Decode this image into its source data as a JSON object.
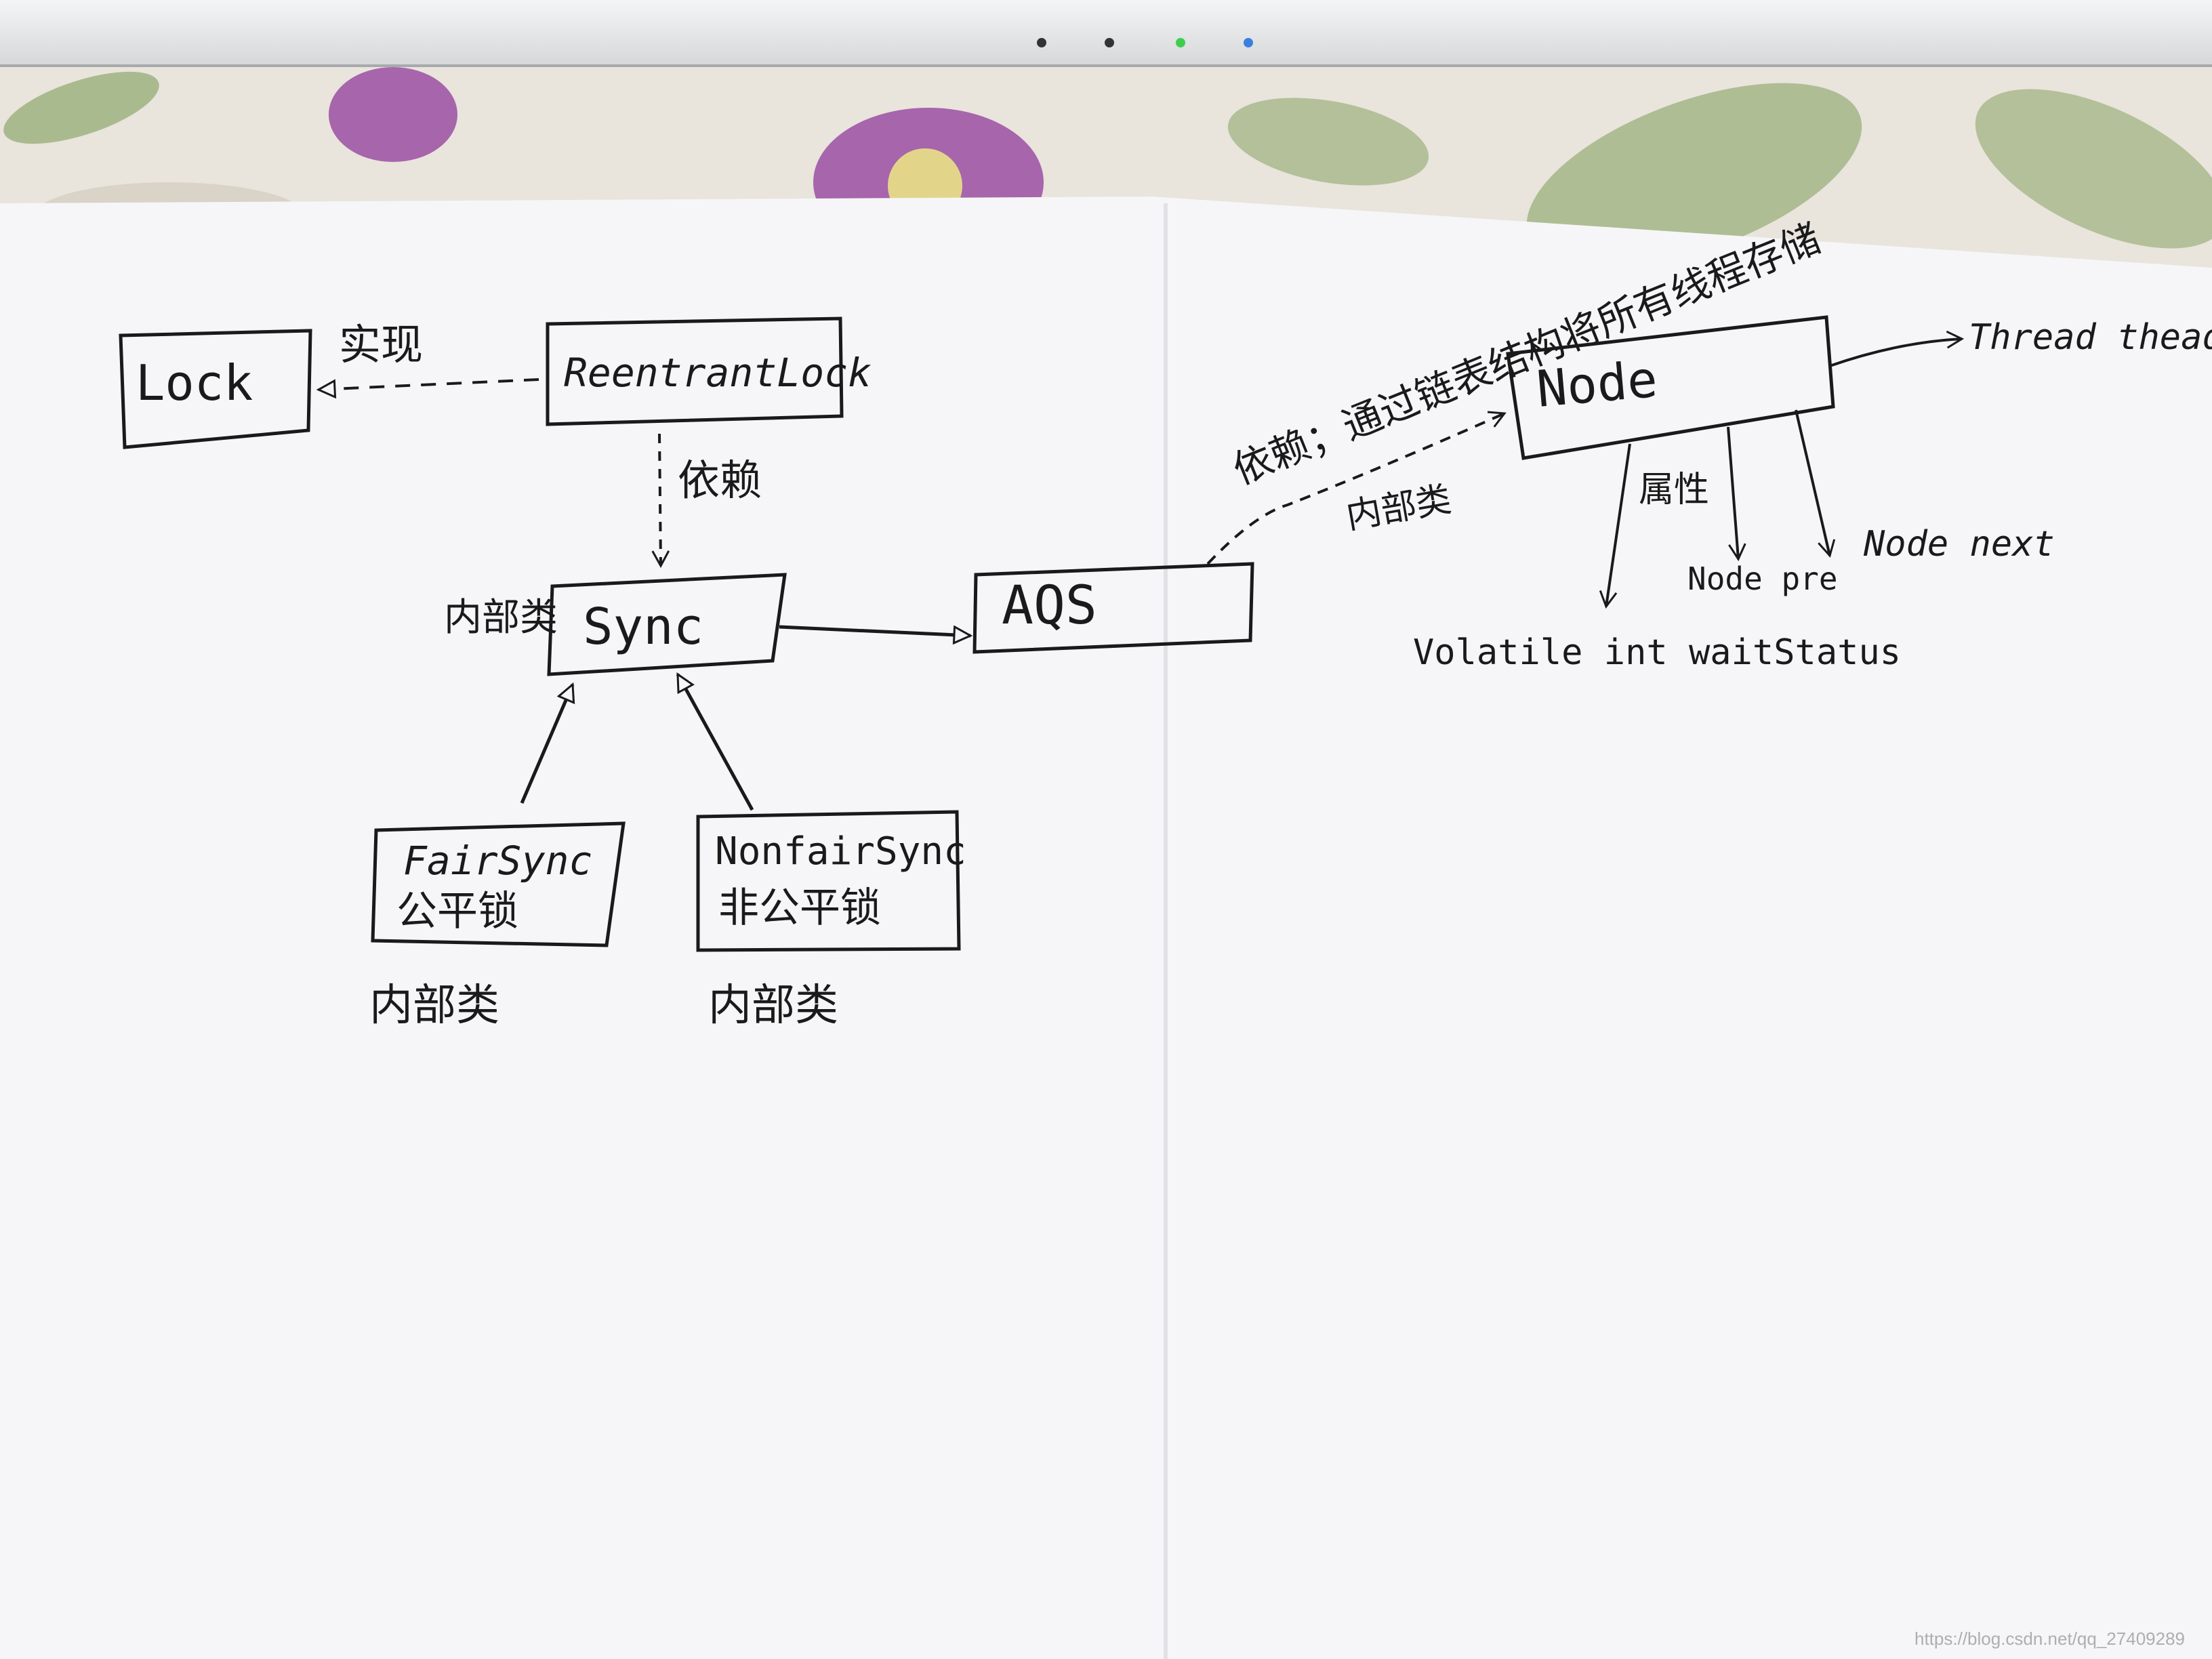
{
  "nodes": {
    "lock": "Lock",
    "reentrantlock": "ReentrantLock",
    "sync": "Sync",
    "aqs": "AQS",
    "node": "Node",
    "fairsync": "FairSync",
    "fairsync_cn": "公平锁",
    "nonfairsync": "NonfairSync",
    "nonfairsync_cn": "非公平锁"
  },
  "labels": {
    "implements": "实现",
    "depends": "依赖",
    "inner_class": "内部类",
    "aqs_note": "依赖；通过链表结构将所有线程存储",
    "thread_field": "Thread thead",
    "prev_field": "Node pre",
    "next_field": "Node next",
    "wait_status": "Volatile int waitStatus",
    "attr": "属性"
  },
  "watermark": "https://blog.csdn.net/qq_27409289",
  "colors": {
    "ink": "#1a1a1a",
    "paper": "#f6f6f8",
    "flower": "#9b4fa3",
    "leaf": "#8fa86d"
  }
}
